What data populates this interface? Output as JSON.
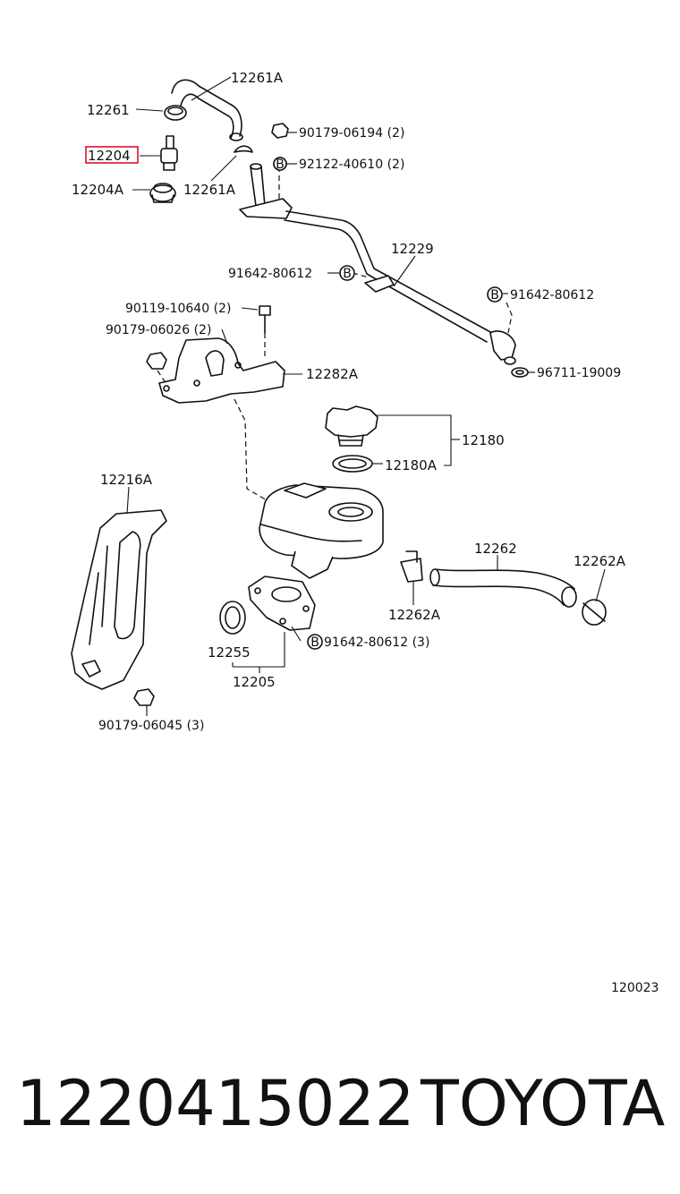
{
  "labels": {
    "p12261A_top": "12261A",
    "p12261": "12261",
    "p12204": "12204",
    "p12204A": "12204A",
    "p12261A_mid": "12261A",
    "p90179_06194": "90179-06194 (2)",
    "p92122_40610": "92122-40610 (2)",
    "p12229": "12229",
    "p91642_80612_left": "91642-80612",
    "p91642_80612_right": "91642-80612",
    "p96711_19009": "96711-19009",
    "p90119_10640": "90119-10640 (2)",
    "p90179_06026": "90179-06026 (2)",
    "p12282A": "12282A",
    "p12180": "12180",
    "p12180A": "12180A",
    "p12216A": "12216A",
    "p12262": "12262",
    "p12262A_right": "12262A",
    "p12262A_left": "12262A",
    "p12255": "12255",
    "p91642_80612_3": "91642-80612 (3)",
    "p12205": "12205",
    "p90179_06045": "90179-06045 (3)",
    "fig_code": "120023"
  },
  "markers": {
    "bolt_symbol": "B"
  },
  "footer": {
    "part_number": "1220415022",
    "brand": "TOYOTA"
  },
  "colors": {
    "highlight": "#e0102a",
    "ink": "#111111"
  }
}
